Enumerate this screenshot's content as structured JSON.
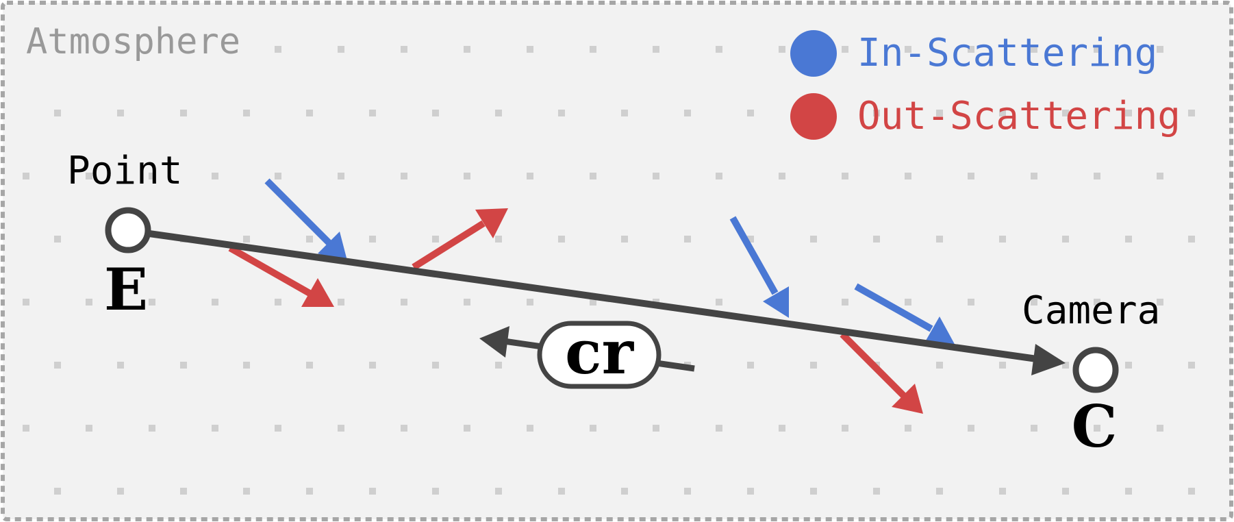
{
  "region_label": "Atmosphere",
  "legend": {
    "in_scattering": "In-Scattering",
    "out_scattering": "Out-Scattering"
  },
  "nodes": {
    "point": {
      "label": "Point",
      "symbol": "E"
    },
    "camera": {
      "label": "Camera",
      "symbol": "C"
    }
  },
  "ray_label": "cr",
  "colors": {
    "background": "#f2f2f2",
    "border": "#a6a6a6",
    "grid_dot": "#cfcfcf",
    "ray": "#444444",
    "in_scattering": "#4a78d4",
    "out_scattering": "#d24545",
    "region_label": "#999999",
    "text": "#000000"
  }
}
